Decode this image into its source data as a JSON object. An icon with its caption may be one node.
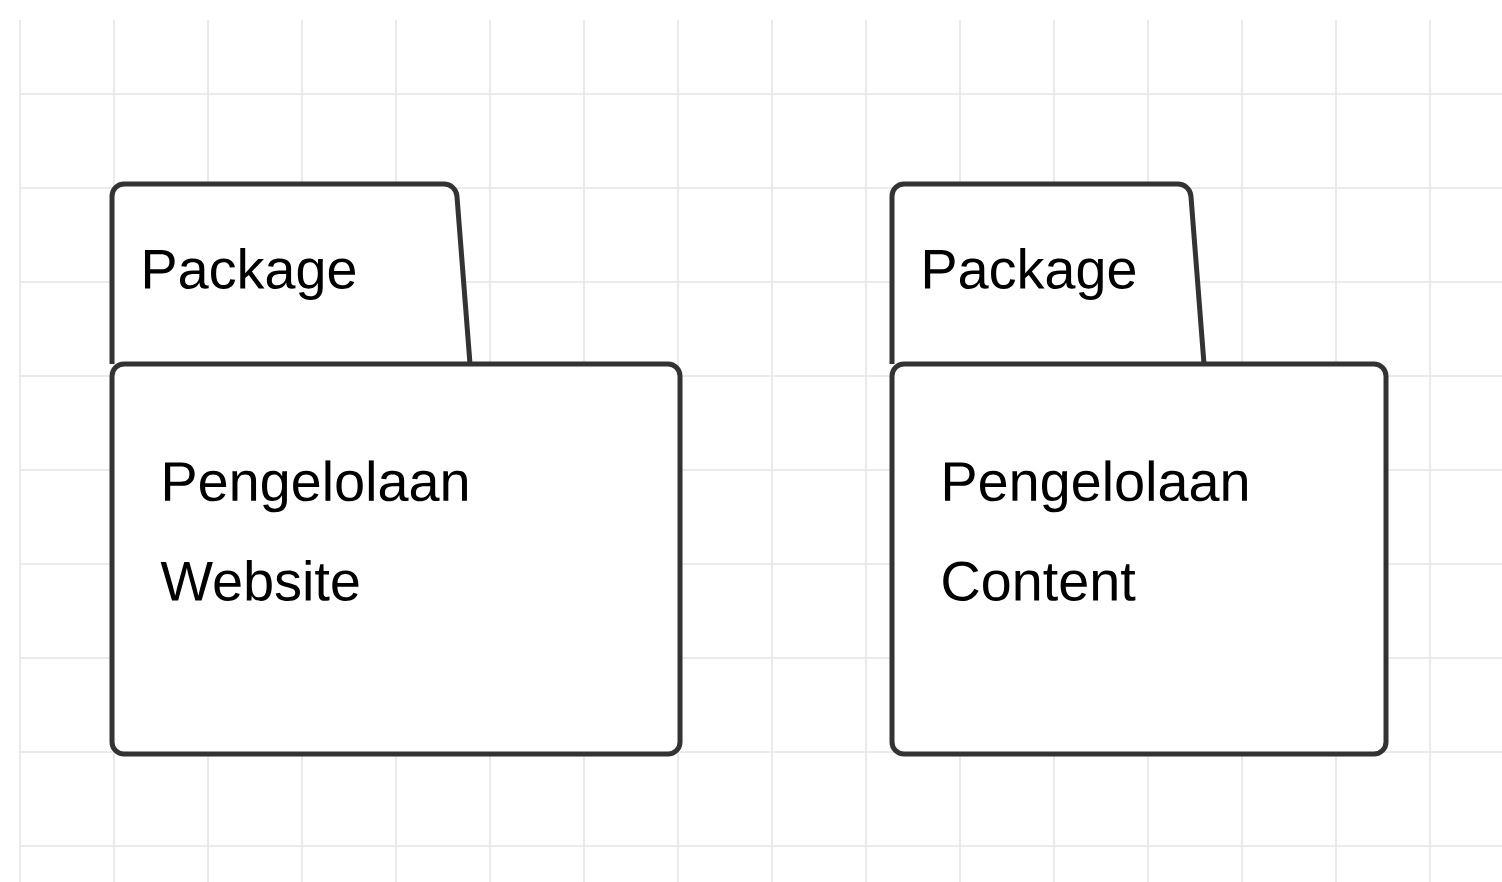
{
  "diagram": {
    "nodes": [
      {
        "text": [
          "Package",
          "Pengelolaan Website"
        ]
      },
      {
        "text": [
          "Package",
          "Pengelolaan Content"
        ]
      }
    ]
  }
}
